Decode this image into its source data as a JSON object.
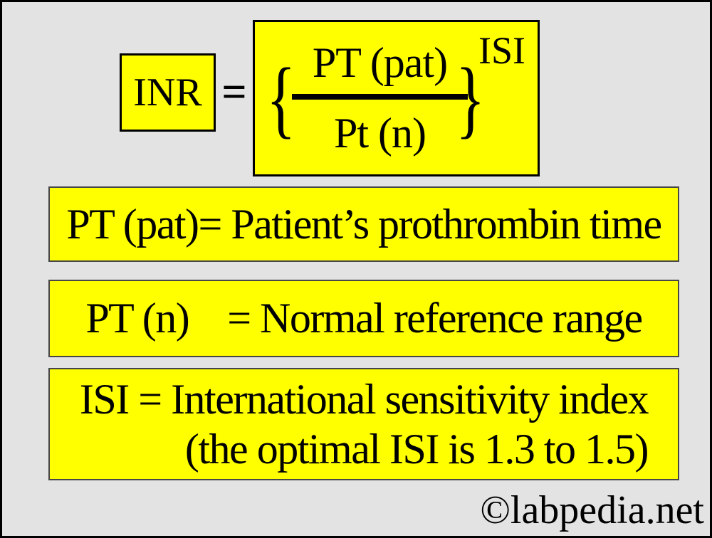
{
  "colors": {
    "background": "#e3e3e3",
    "box_fill": "#ffff00",
    "frame": "#000000",
    "bar_border": "#464646",
    "text": "#000000"
  },
  "formula": {
    "lhs": "INR",
    "equals": "=",
    "brace_open": "{",
    "brace_close": "}",
    "numerator": "PT (pat)",
    "denominator": "Pt (n)",
    "exponent": "ISI"
  },
  "definitions": {
    "pt_pat": "PT (pat)= Patient’s prothrombin time",
    "pt_n": "PT (n)    = Normal reference range",
    "isi_line1": "ISI = International sensitivity index",
    "isi_line2": "(the optimal ISI is 1.3 to 1.5)"
  },
  "watermark": "©labpedia.net"
}
